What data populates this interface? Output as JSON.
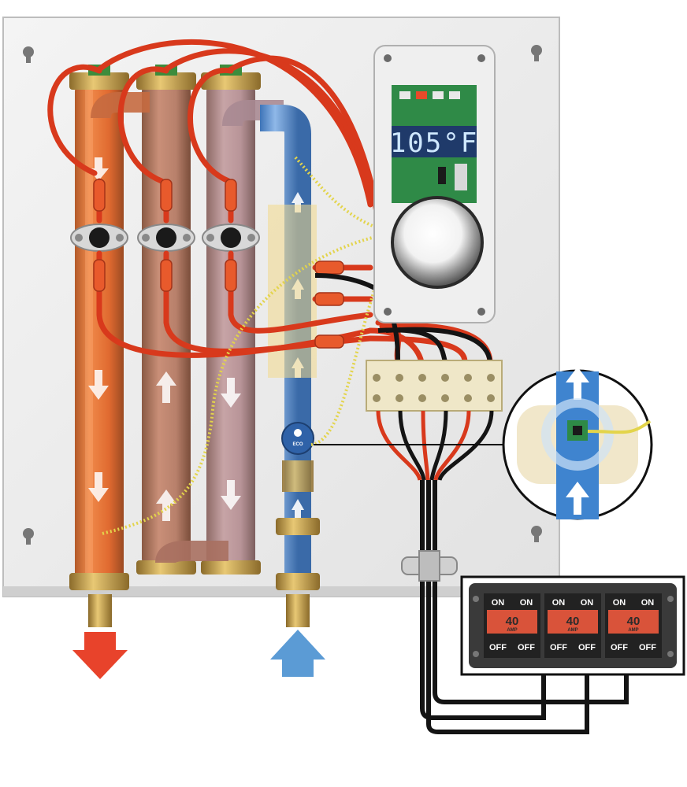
{
  "display": {
    "temperature": "105°F"
  },
  "flow_sensor": {
    "logo": "ECO"
  },
  "breakers": [
    {
      "on_left": "ON",
      "on_right": "ON",
      "amp_value": "40",
      "amp_unit": "AMP",
      "off_left": "OFF",
      "off_right": "OFF"
    },
    {
      "on_left": "ON",
      "on_right": "ON",
      "amp_value": "40",
      "amp_unit": "AMP",
      "off_left": "OFF",
      "off_right": "OFF"
    },
    {
      "on_left": "ON",
      "on_right": "ON",
      "amp_value": "40",
      "amp_unit": "AMP",
      "off_left": "OFF",
      "off_right": "OFF"
    }
  ],
  "flows": {
    "hot_out_color": "#e8432b",
    "cold_in_color": "#5b9bd5"
  }
}
